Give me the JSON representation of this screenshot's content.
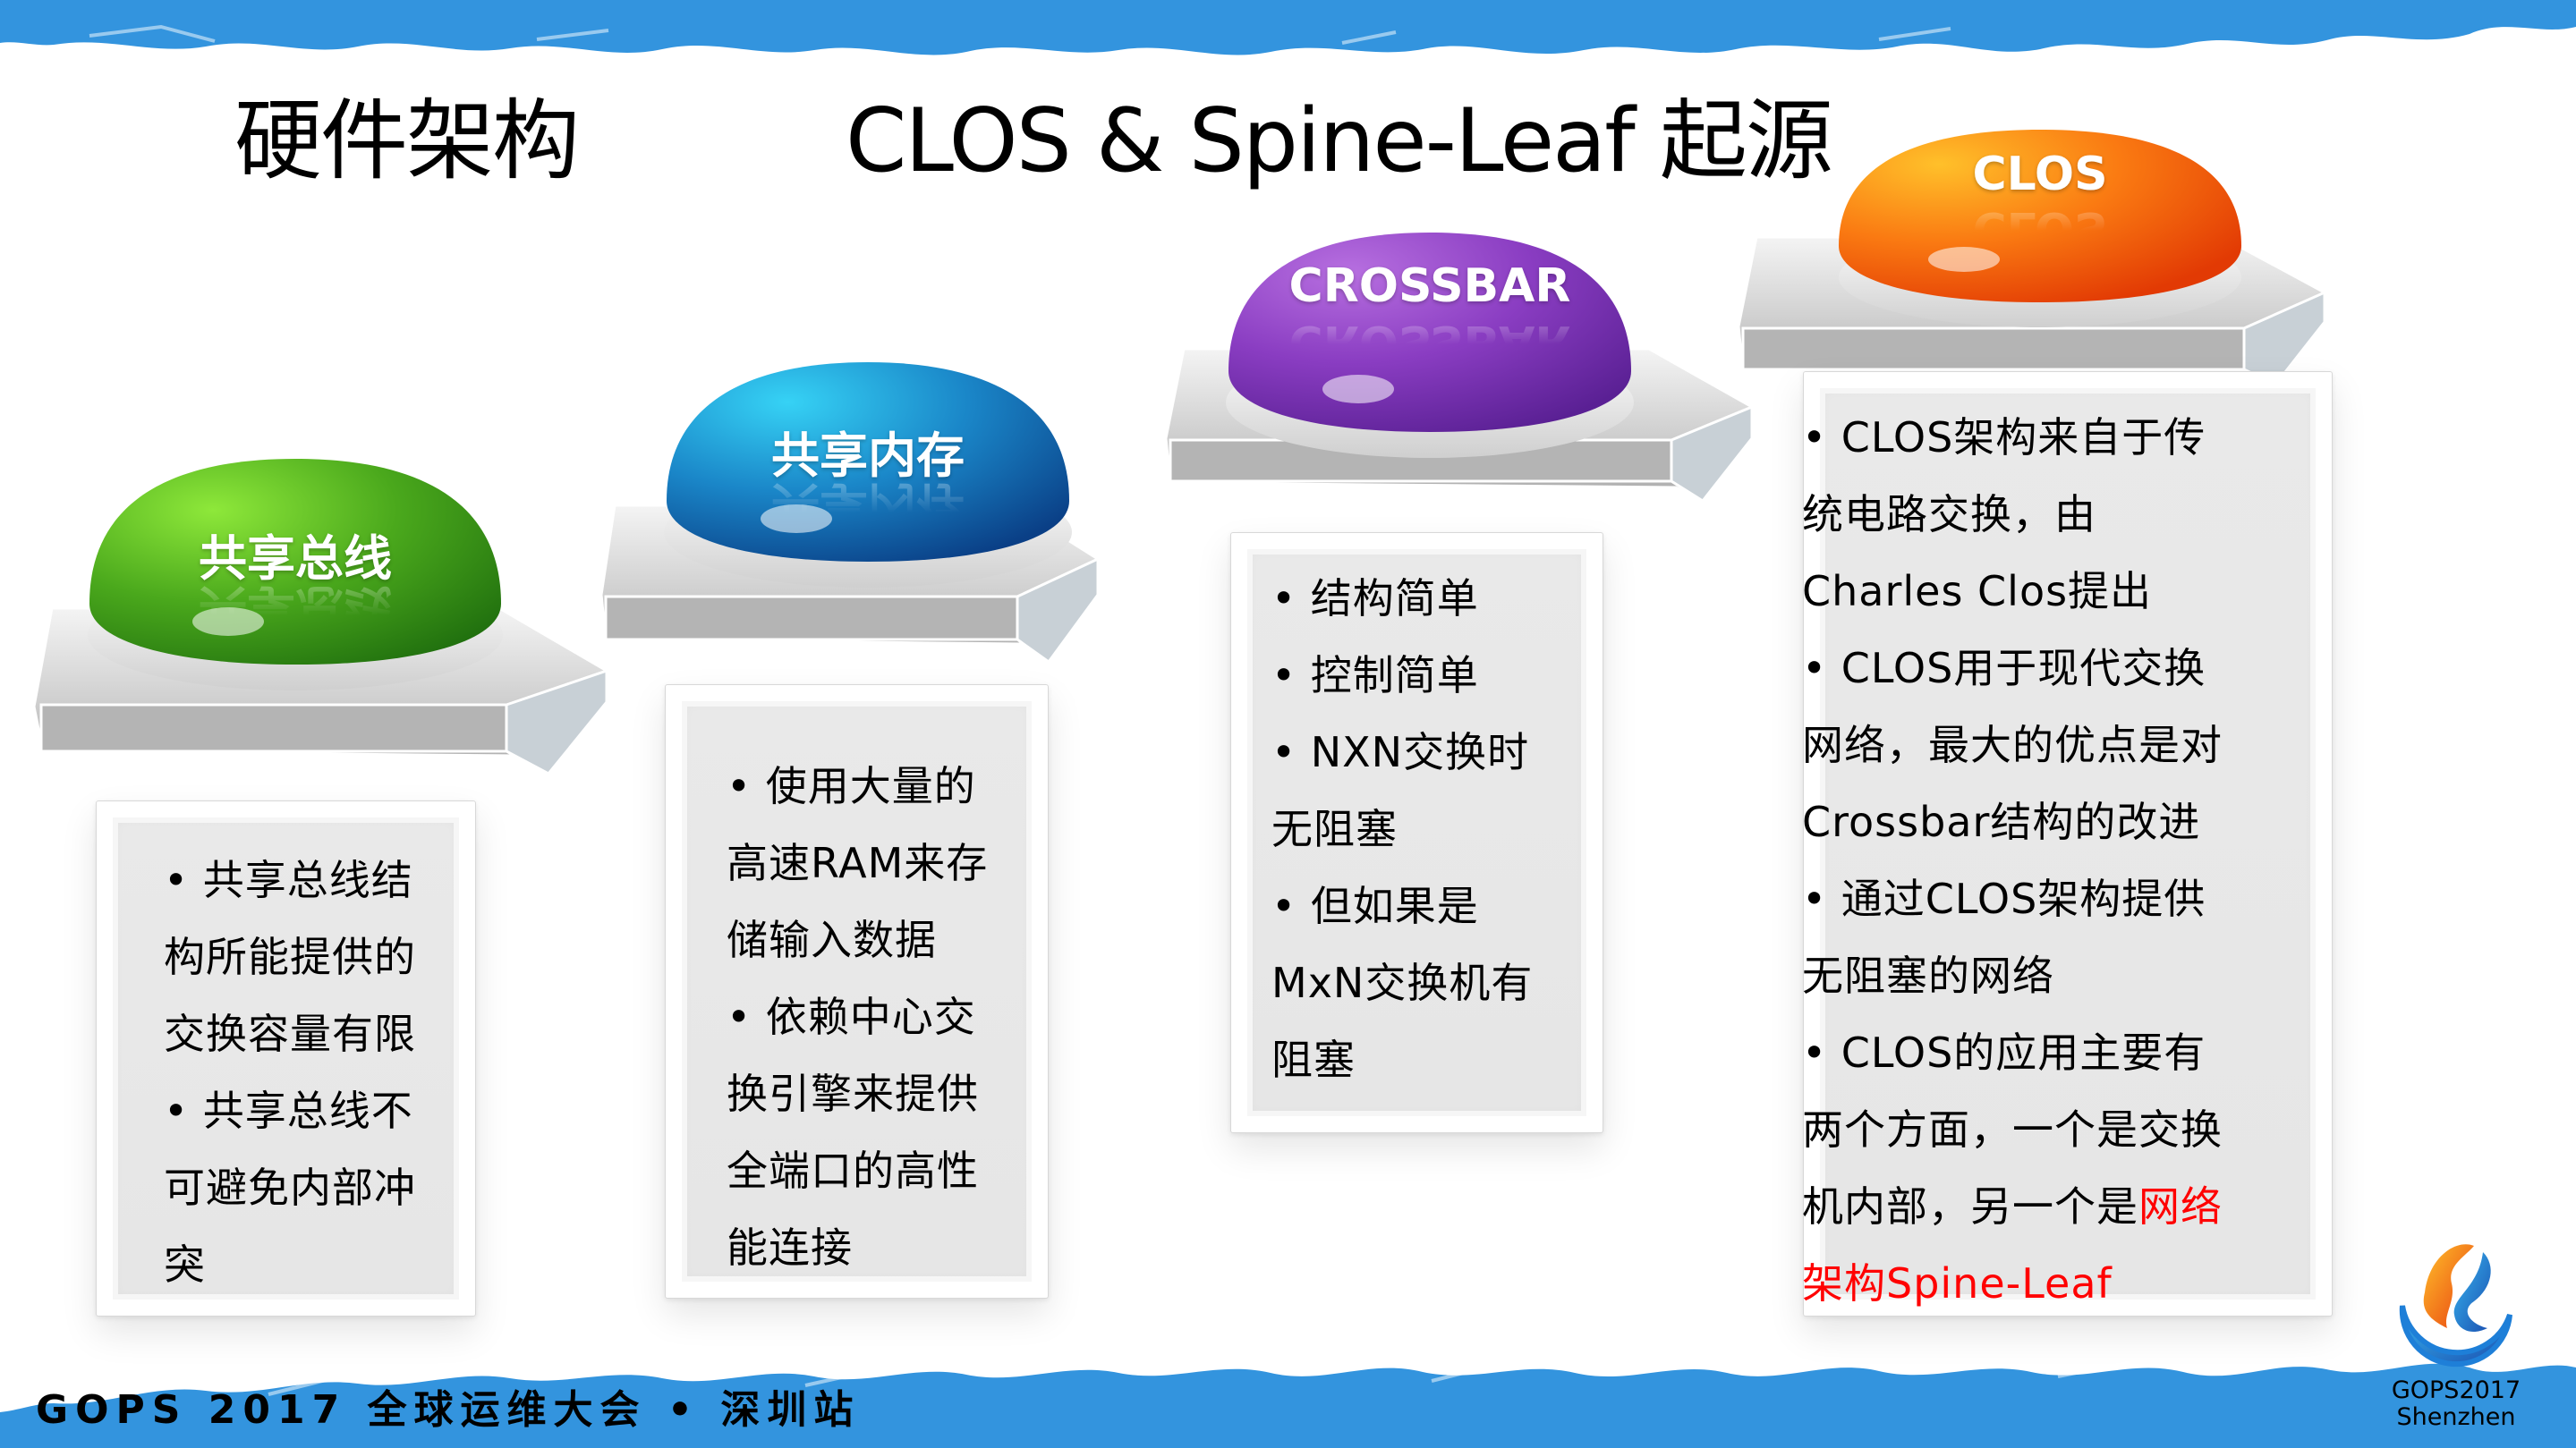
{
  "slide": {
    "title_left": "硬件架构",
    "title_right": "CLOS & Spine-Leaf 起源"
  },
  "buttons": [
    {
      "label": "共享总线",
      "color": "green",
      "colors": {
        "top": "#8ee83a",
        "mid": "#4aa81c",
        "dark": "#1f6e0e"
      }
    },
    {
      "label": "共享内存",
      "color": "blue",
      "colors": {
        "top": "#36d2f5",
        "mid": "#1a86c8",
        "dark": "#0a3f86"
      }
    },
    {
      "label": "CROSSBAR",
      "color": "purple",
      "colors": {
        "top": "#b76fe0",
        "mid": "#8a3dc2",
        "dark": "#5a2094"
      }
    },
    {
      "label": "CLOS",
      "color": "orange",
      "colors": {
        "top": "#ffc02a",
        "mid": "#fa7a12",
        "dark": "#e23a04"
      }
    }
  ],
  "boxes": [
    {
      "lines": [
        "•   共享总线结",
        "构所能提供的",
        "交换容量有限",
        "•   共享总线不",
        "可避免内部冲",
        "突"
      ]
    },
    {
      "lines": [
        "•   使用大量的",
        "高速RAM来存",
        "储输入数据",
        "•   依赖中心交",
        "换引擎来提供",
        "全端口的高性",
        "能连接"
      ]
    },
    {
      "lines": [
        "•   结构简单",
        "•    控制简单",
        "•   NXN交换时",
        "无阻塞",
        "•   但如果是",
        "MxN交换机有",
        "阻塞"
      ]
    },
    {
      "lines": [
        "•   CLOS架构来自于传",
        "统电路交换，由",
        "Charles Clos提出",
        "•   CLOS用于现代交换",
        "网络，最大的优点是对",
        "Crossbar结构的改进",
        "•   通过CLOS架构提供",
        "无阻塞的网络",
        "•   CLOS的应用主要有",
        "两个方面，一个是交换"
      ],
      "line_11_black": "机内部，另一个是",
      "line_11_red": "网络",
      "line_12_red": "架构Spine-Leaf",
      "highlight_color": "#ff0000"
    }
  ],
  "footer": {
    "event": "GOPS 2017 全球运维大会 • 深圳站",
    "logo_line1": "GOPS2017",
    "logo_line2": "Shenzhen"
  },
  "colors": {
    "brush_blue": "#2f8fdc",
    "text": "#000000",
    "box_bg": "#e8e8e8"
  }
}
